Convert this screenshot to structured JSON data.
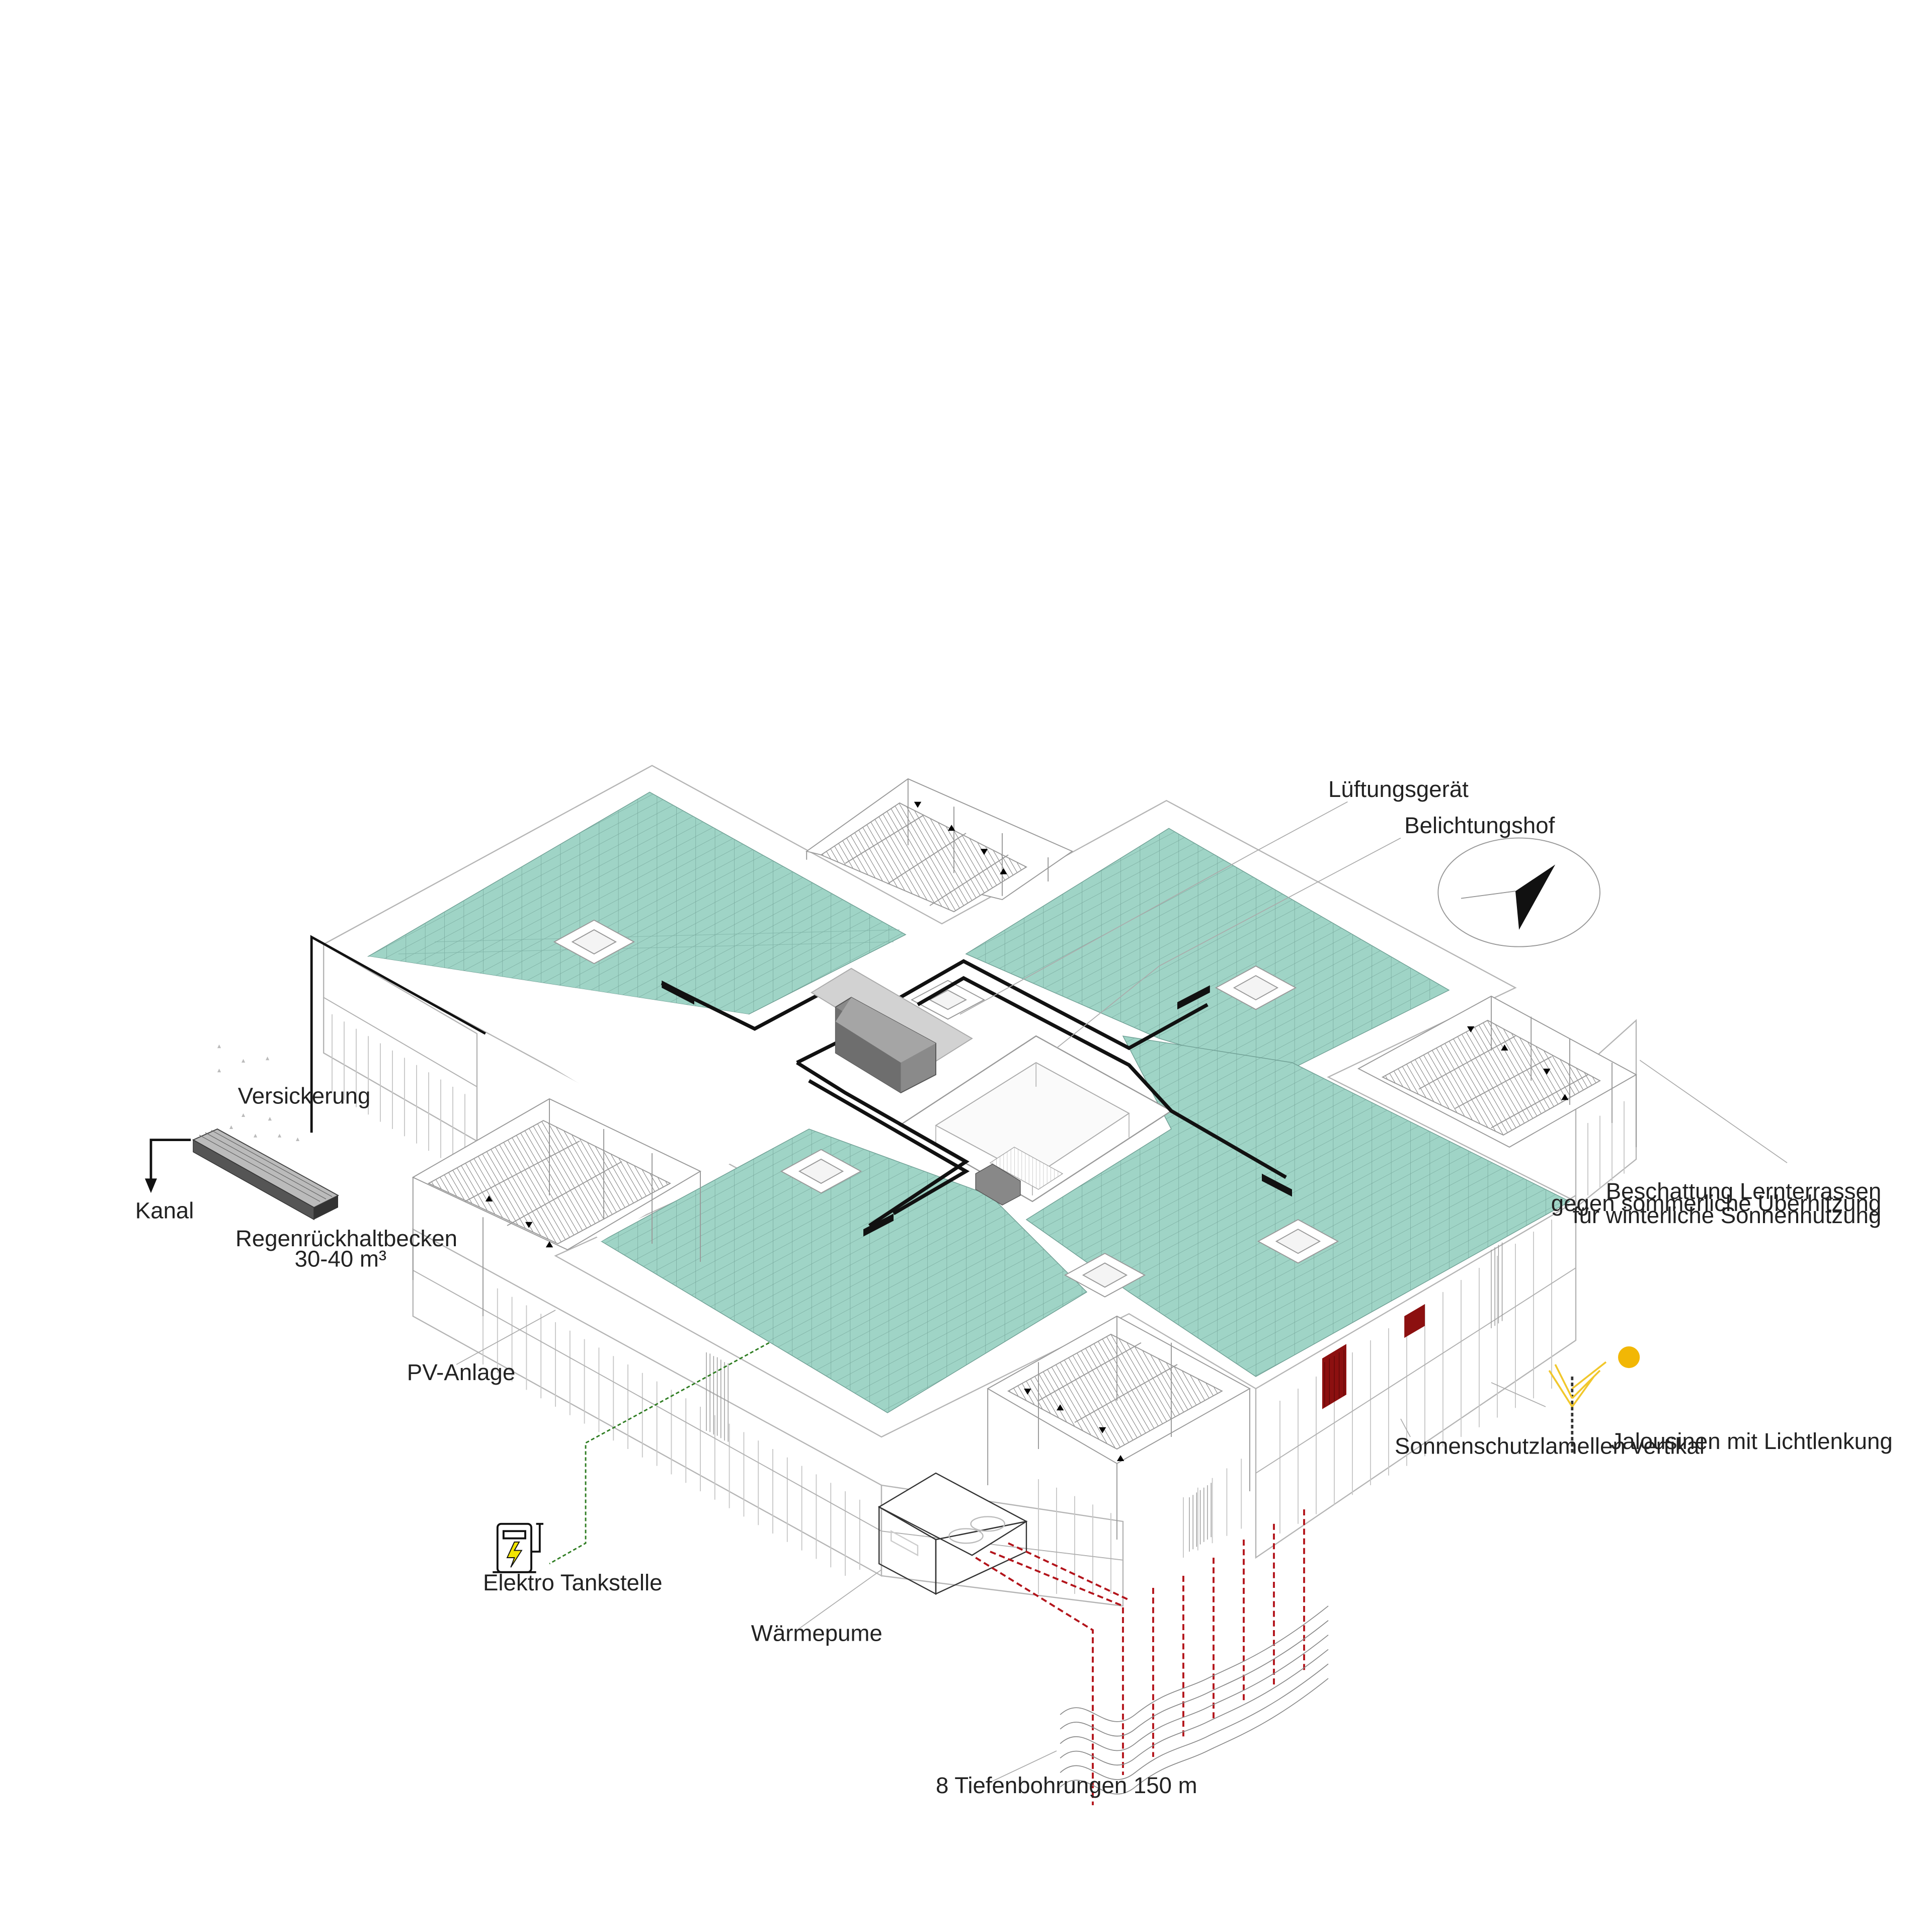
{
  "labels": {
    "lueftungsgeraet": "Lüftungsgerät",
    "belichtungshof": "Belichtungshof",
    "beschattung_1": "Beschattung Lernterrassen",
    "beschattung_2": "gegen sommerliche Überhitzung",
    "beschattung_3": "für winterliche Sonnennutzung",
    "versickerung": "Versickerung",
    "kanal": "Kanal",
    "regenrueckhaltebecken": "Regenrückhaltbecken",
    "volumen": "30-40 m³",
    "pv_anlage": "PV-Anlage",
    "elektro_tankstelle": "Elektro Tankstelle",
    "waermepumpe": "Wärmepume",
    "sonnenschutz": "Sonnenschutzlamellen vertikal",
    "jalousinen": "Jalousinen  mit Lichtlenkung",
    "tiefenbohrungen": "8 Tiefenbohrungen 150 m"
  },
  "icons": {
    "north_arrow": "north-arrow-icon",
    "sun": "sun-icon",
    "charging_station": "ev-charger-icon",
    "blind": "louvre-blind-icon"
  },
  "colors": {
    "pv": "#9fd4c6",
    "pv_grid": "#6f9f94",
    "line": "#b7b7b7",
    "duct": "#111111",
    "geothermal": "#b3141b",
    "electric": "#2f7d22",
    "shading": "#8c1010",
    "sun": "#f2b705",
    "louvre_yellow": "#f1c72c",
    "unit_gray": "#7a7a7a"
  }
}
